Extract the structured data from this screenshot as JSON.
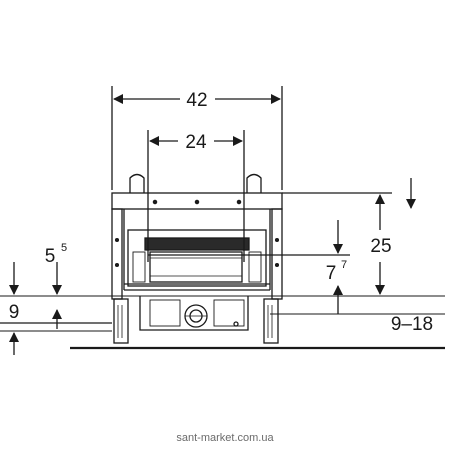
{
  "dimensions": {
    "overall_width": "42",
    "inner_width": "24",
    "height_right": "25",
    "floor_range": "9–18",
    "left_upper_base": "5",
    "left_upper_sup": "5",
    "left_lower": "9",
    "right_lower_base": "7",
    "right_lower_sup": "7"
  },
  "watermark": "sant-market.com.ua",
  "colors": {
    "line": "#1a1a1a",
    "panel": "#ffffff",
    "detail": "#444444"
  }
}
